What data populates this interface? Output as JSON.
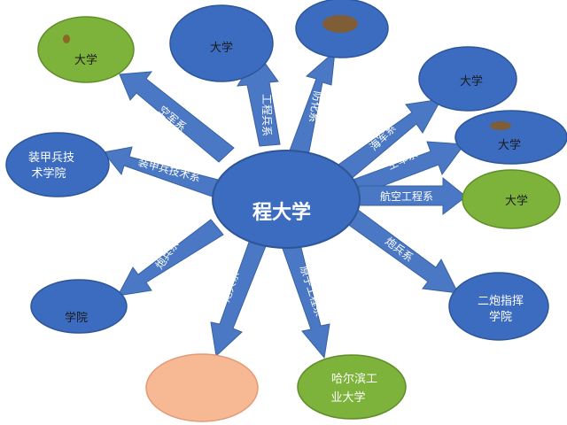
{
  "center": {
    "label": "程大学"
  },
  "nodes": {
    "top_left": "大学",
    "top": "大学",
    "right_1": "大学",
    "right_2": "大学",
    "right_3": "大学",
    "left_mid_line1": "装甲兵技",
    "left_mid_line2": "术学院",
    "bottom_left": "学院",
    "bottom_right_line1": "二炮指挥",
    "bottom_right_line2": "学院",
    "bottom_mid_line1": "哈尔滨工",
    "bottom_mid_line2": "业大学"
  },
  "arrows": {
    "to_top_left": "空军系",
    "to_top": "工程兵系",
    "to_top2": "防化系",
    "to_right_1": "海军系",
    "to_right_2": "空军系",
    "to_right_3": "航空工程系",
    "to_left_mid": "装甲兵技术系",
    "to_bottom_left": "炮兵系",
    "to_bottom_peach": "炮兵系",
    "to_bottom_mid": "原子工程系",
    "to_bottom_right": "炮兵系"
  },
  "colors": {
    "blue": "#3c6cc0",
    "green": "#7db33a",
    "peach": "#f7b894",
    "arrow": "#4a78c4"
  }
}
